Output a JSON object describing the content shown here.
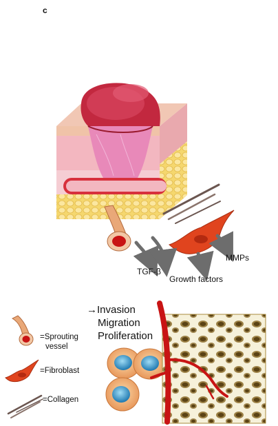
{
  "panel_label": "c",
  "labels": {
    "tgf": "TGF-β",
    "growth": "Growth factors",
    "mmps": "MMPs"
  },
  "processes": {
    "arrow": "→",
    "lines": [
      "Invasion",
      "Migration",
      "Proliferation"
    ]
  },
  "legend": {
    "vessel_line1": "=Sprouting",
    "vessel_line2": "vessel",
    "fibroblast": "=Fibroblast",
    "collagen": "=Collagen"
  },
  "colors": {
    "skin_pink": "#f2c2c6",
    "wound_red": "#c2283f",
    "fat_yellow": "#f5d76e",
    "fibroblast_red": "#e0441e",
    "vessel_red": "#c81414",
    "bone_tan": "#c9ad5c",
    "bone_cream": "#f6f1da",
    "cell_orange": "#f3b87a",
    "nucleus_blue": "#3da4d4",
    "collagen_brown": "#6b5650",
    "arrow_gray": "#6d6d6d"
  }
}
